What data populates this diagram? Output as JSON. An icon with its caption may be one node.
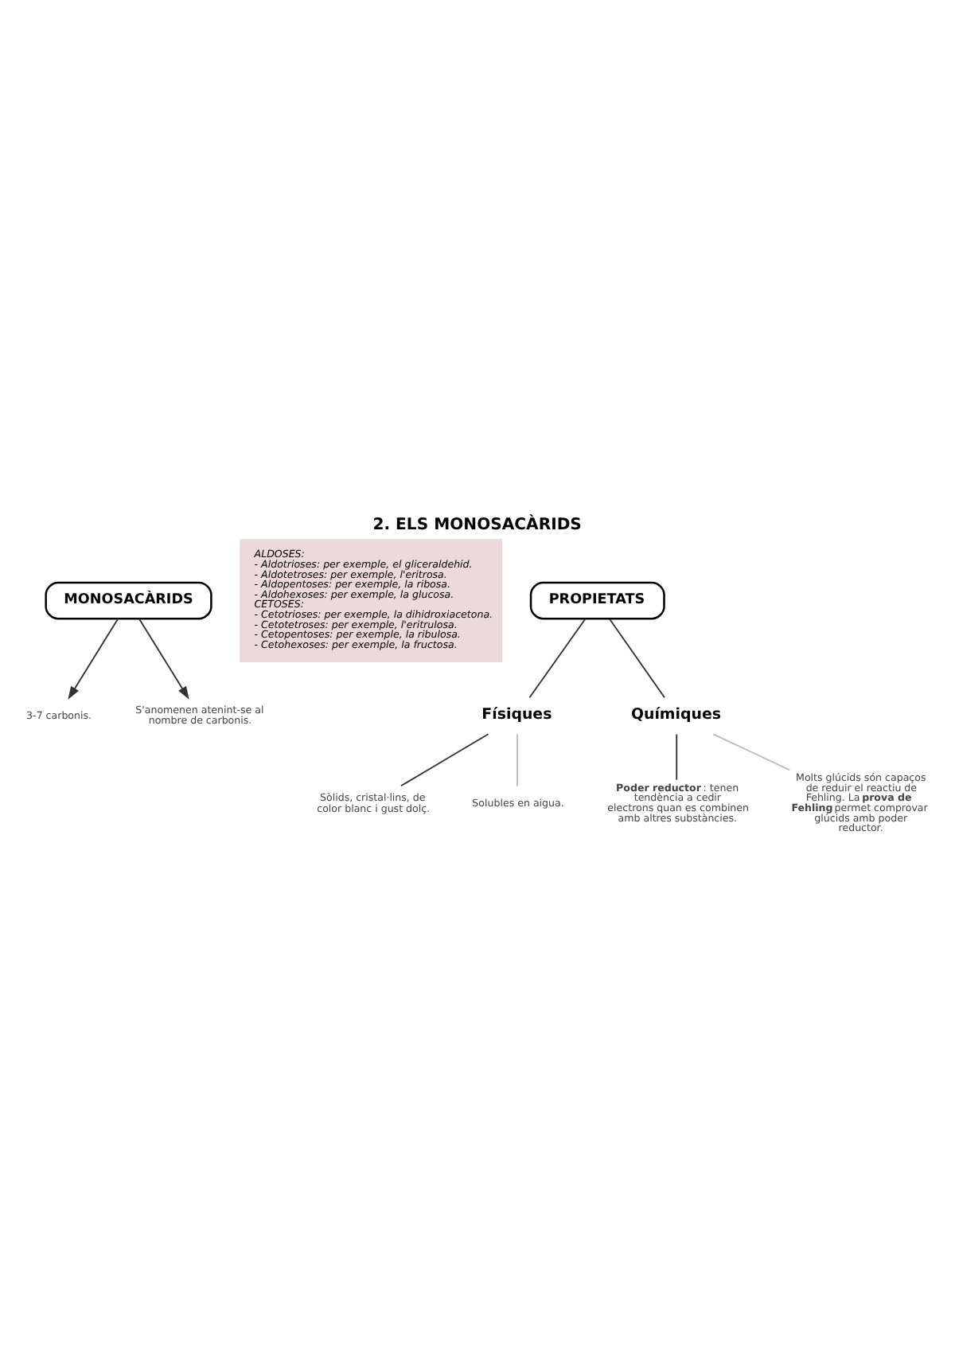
{
  "diagram": {
    "title": "2. ELS MONOSACÀRIDS",
    "nodes": [
      {
        "text": [
          "MONOSACÀRIDS"
        ]
      },
      {
        "text": [
          "3-7 carbonis."
        ]
      },
      {
        "text": [
          "S'anomenen atenint-se al nombre de carbonis."
        ]
      },
      {
        "text": [
          "ALDOSES:",
          "- Aldotrioses: per exemple, el gliceraldehid.",
          "- Aldotetroses: per exemple, l'eritrosa.",
          "- Aldopentoses: per exemple, la ribosa.",
          "- Aldohexoses: per exemple, la glucosa.",
          "CETOSES:",
          "- Cetotrioses: per exemple, la dihidroxiacetona.",
          "- Cetotetroses: per exemple, l'eritrulosa.",
          "- Cetopentoses: per exemple, la ribulosa.",
          "- Cetohexoses: per exemple, la fructosa."
        ]
      },
      {
        "text": [
          "PROPIETATS"
        ]
      },
      {
        "text": [
          "Físiques"
        ]
      },
      {
        "text": [
          "Químiques"
        ]
      },
      {
        "text": [
          "Sòlids, cristal·lins, de color blanc i gust dolç."
        ]
      },
      {
        "text": [
          "Solubles en aigua."
        ]
      },
      {
        "text": [
          "**Poder reductor**: tenen tendència a cedir electrons quan es combinen amb altres substàncies."
        ]
      },
      {
        "text": [
          "Molts glúcids són capaços de reduir el reactiu de Fehling. La **prova de Fehling** permet comprovar glúcids amb poder reductor."
        ]
      }
    ],
    "edges": [
      {
        "from": 0,
        "to": 1,
        "arrow": "to"
      },
      {
        "from": 0,
        "to": 2,
        "arrow": "to"
      },
      {
        "from": 4,
        "to": 5,
        "arrow": "none"
      },
      {
        "from": 4,
        "to": 6,
        "arrow": "none"
      },
      {
        "from": 5,
        "to": 7,
        "arrow": "none"
      },
      {
        "from": 5,
        "to": 8,
        "arrow": "none",
        "color": "#bbbbbb"
      },
      {
        "from": 6,
        "to": 9,
        "arrow": "none"
      },
      {
        "from": 6,
        "to": 10,
        "arrow": "none",
        "color": "#bbbbbb"
      }
    ]
  }
}
